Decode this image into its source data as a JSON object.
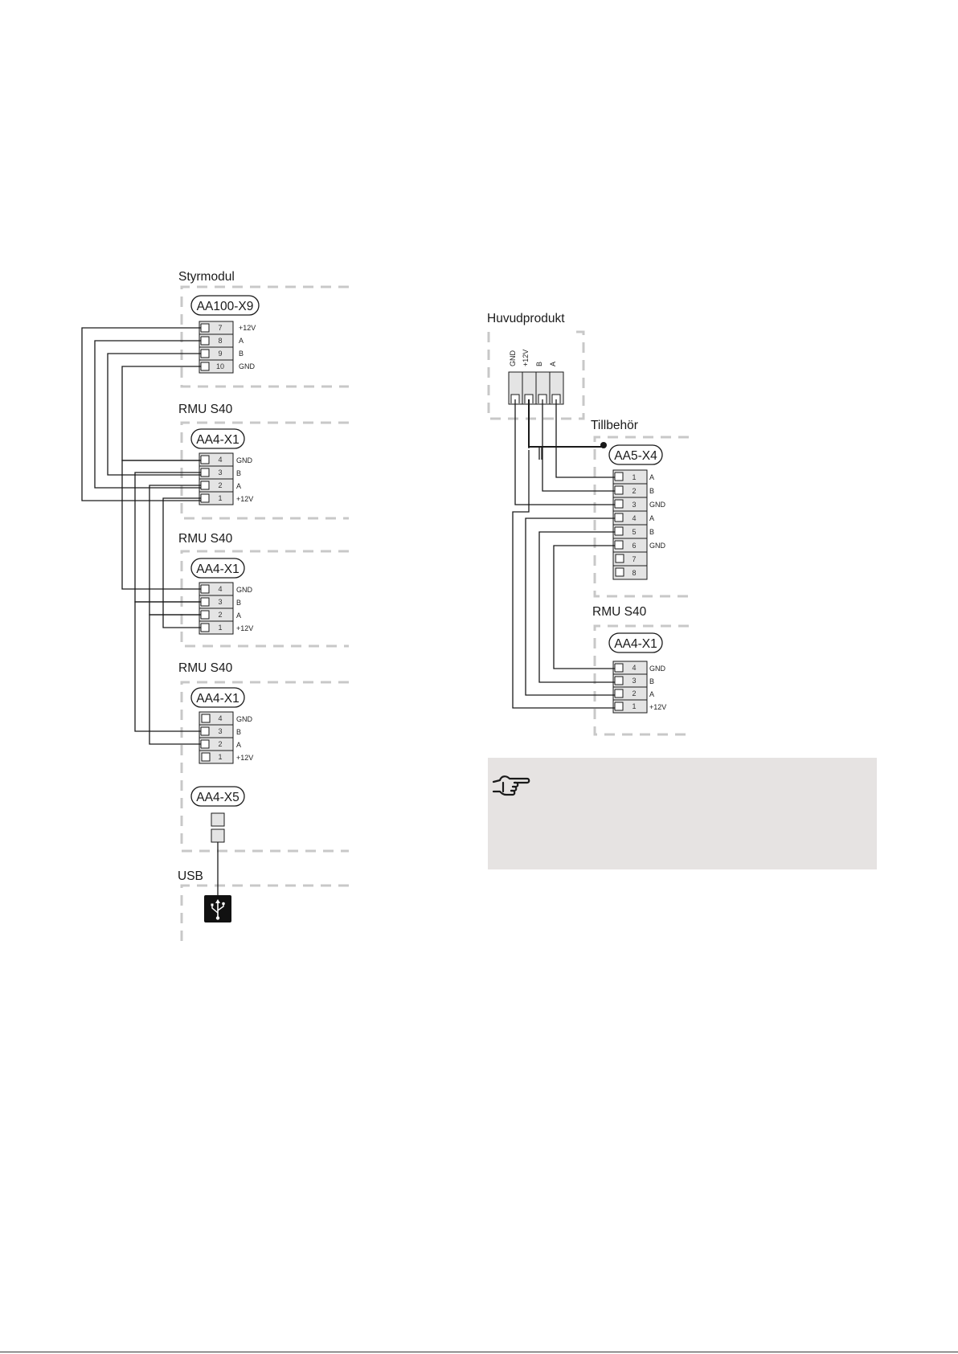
{
  "sections": {
    "styrmodul": "Styrmodul",
    "rmu1": "RMU S40",
    "rmu2": "RMU S40",
    "rmu3": "RMU S40",
    "usb": "USB",
    "huvudprodukt": "Huvudprodukt",
    "tillbehor": "Tillbehör",
    "rmu_right": "RMU S40"
  },
  "connectors": {
    "aa100": {
      "name": "AA100-X9",
      "pins": [
        {
          "num": "7",
          "sig": "+12V"
        },
        {
          "num": "8",
          "sig": "A"
        },
        {
          "num": "9",
          "sig": "B"
        },
        {
          "num": "10",
          "sig": "GND"
        }
      ]
    },
    "rmu1": {
      "name": "AA4-X1",
      "pins": [
        {
          "num": "4",
          "sig": "GND"
        },
        {
          "num": "3",
          "sig": "B"
        },
        {
          "num": "2",
          "sig": "A"
        },
        {
          "num": "1",
          "sig": "+12V"
        }
      ]
    },
    "rmu2": {
      "name": "AA4-X1",
      "pins": [
        {
          "num": "4",
          "sig": "GND"
        },
        {
          "num": "3",
          "sig": "B"
        },
        {
          "num": "2",
          "sig": "A"
        },
        {
          "num": "1",
          "sig": "+12V"
        }
      ]
    },
    "rmu3": {
      "name": "AA4-X1",
      "pins": [
        {
          "num": "4",
          "sig": "GND"
        },
        {
          "num": "3",
          "sig": "B"
        },
        {
          "num": "2",
          "sig": "A"
        },
        {
          "num": "1",
          "sig": "+12V"
        }
      ]
    },
    "aa4x5": {
      "name": "AA4-X5"
    },
    "huvud": {
      "pins": [
        "GND",
        "+12V",
        "B",
        "A"
      ]
    },
    "aa5": {
      "name": "AA5-X4",
      "pins": [
        {
          "num": "1",
          "sig": "A"
        },
        {
          "num": "2",
          "sig": "B"
        },
        {
          "num": "3",
          "sig": "GND"
        },
        {
          "num": "4",
          "sig": "A"
        },
        {
          "num": "5",
          "sig": "B"
        },
        {
          "num": "6",
          "sig": "GND"
        },
        {
          "num": "7",
          "sig": ""
        },
        {
          "num": "8",
          "sig": ""
        }
      ]
    },
    "rmu_right": {
      "name": "AA4-X1",
      "pins": [
        {
          "num": "4",
          "sig": "GND"
        },
        {
          "num": "3",
          "sig": "B"
        },
        {
          "num": "2",
          "sig": "A"
        },
        {
          "num": "1",
          "sig": "+12V"
        }
      ]
    }
  },
  "icons": {
    "usb": "usb-icon",
    "note": "pointing-hand-icon"
  },
  "colors": {
    "line": "#1a1a1a",
    "dash": "#c8c8c8",
    "pin_fill": "#e4e4e4",
    "note_bg": "#e6e3e2"
  }
}
